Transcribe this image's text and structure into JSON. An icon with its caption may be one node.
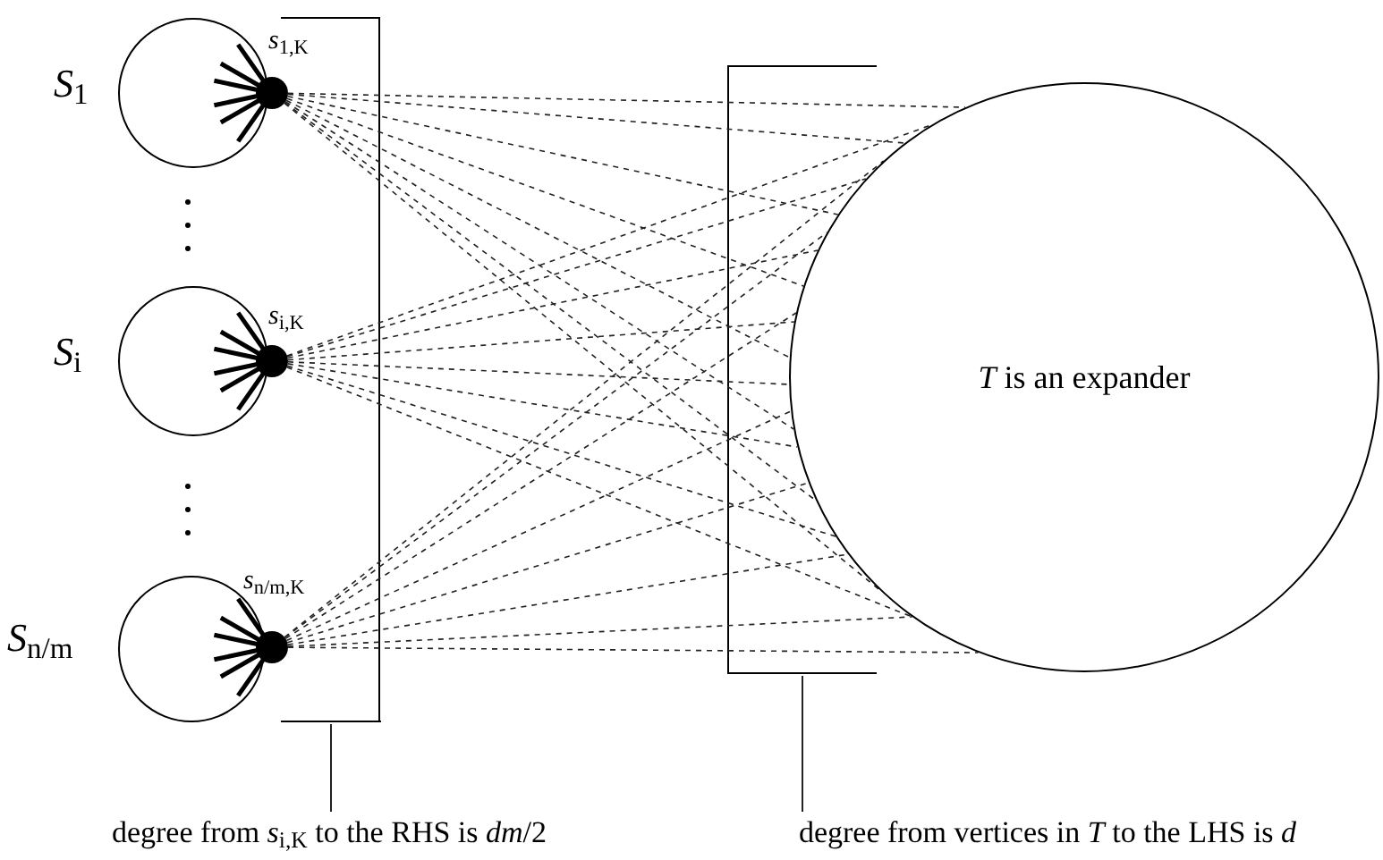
{
  "diagram": {
    "nodes": [
      {
        "text": [],
        "shape": "circle",
        "beside": [
          "*S*$_{1}$"
        ]
      },
      {
        "text": [],
        "shape": "circle"
      },
      {
        "text": [],
        "shape": "circle",
        "beside": [
          "*S*$_{i}$"
        ]
      },
      {
        "text": [],
        "shape": "circle"
      },
      {
        "text": [],
        "shape": "circle",
        "beside": [
          "*S*$_{n/m}$"
        ]
      },
      {
        "text": [],
        "shape": "circle"
      },
      {
        "text": [],
        "shape": "bracket"
      },
      {
        "text": [],
        "shape": "bracket"
      },
      {
        "text": [
          "*T* is an expander"
        ]
      },
      {
        "text": [
          "degree from *s*$_{i,K}$ to the RHS is *dm*/2"
        ]
      },
      {
        "text": [
          "degree from vertices in *T* to the LHS is *d*"
        ]
      }
    ],
    "edges": [
      {
        "from": 1,
        "to": 8,
        "arrow": "none",
        "style": "dashed"
      },
      {
        "from": 1,
        "to": 8,
        "arrow": "none",
        "style": "dashed"
      },
      {
        "from": 1,
        "to": 8,
        "arrow": "none",
        "style": "dashed"
      },
      {
        "from": 1,
        "to": 8,
        "arrow": "none",
        "style": "dashed"
      },
      {
        "from": 1,
        "to": 8,
        "arrow": "none",
        "style": "dashed"
      },
      {
        "from": 1,
        "to": 8,
        "arrow": "none",
        "style": "dashed"
      },
      {
        "from": 1,
        "to": 8,
        "arrow": "none",
        "style": "dashed"
      },
      {
        "from": 1,
        "to": 8,
        "arrow": "none",
        "style": "dashed"
      },
      {
        "from": 3,
        "to": 8,
        "arrow": "none",
        "style": "dashed"
      },
      {
        "from": 3,
        "to": 8,
        "arrow": "none",
        "style": "dashed"
      },
      {
        "from": 3,
        "to": 8,
        "arrow": "none",
        "style": "dashed"
      },
      {
        "from": 3,
        "to": 8,
        "arrow": "none",
        "style": "dashed"
      },
      {
        "from": 3,
        "to": 8,
        "arrow": "none",
        "style": "dashed"
      },
      {
        "from": 3,
        "to": 8,
        "arrow": "none",
        "style": "dashed"
      },
      {
        "from": 3,
        "to": 8,
        "arrow": "none",
        "style": "dashed"
      },
      {
        "from": 3,
        "to": 8,
        "arrow": "none",
        "style": "dashed"
      },
      {
        "from": 5,
        "to": 8,
        "arrow": "none",
        "style": "dashed"
      },
      {
        "from": 5,
        "to": 8,
        "arrow": "none",
        "style": "dashed"
      },
      {
        "from": 5,
        "to": 8,
        "arrow": "none",
        "style": "dashed"
      },
      {
        "from": 5,
        "to": 8,
        "arrow": "none",
        "style": "dashed"
      },
      {
        "from": 5,
        "to": 8,
        "arrow": "none",
        "style": "dashed"
      },
      {
        "from": 5,
        "to": 8,
        "arrow": "none",
        "style": "dashed"
      },
      {
        "from": 5,
        "to": 8,
        "arrow": "none",
        "style": "dashed"
      },
      {
        "from": 5,
        "to": 8,
        "arrow": "none",
        "style": "dashed"
      },
      {
        "from": 6,
        "to": 9,
        "arrow": "none"
      },
      {
        "from": 7,
        "to": 10,
        "arrow": "none"
      }
    ],
    "labels": [
      "*s*$_{1,K}$",
      "*s*$_{i,K}$",
      "*s*$_{n/m,K}$"
    ]
  }
}
